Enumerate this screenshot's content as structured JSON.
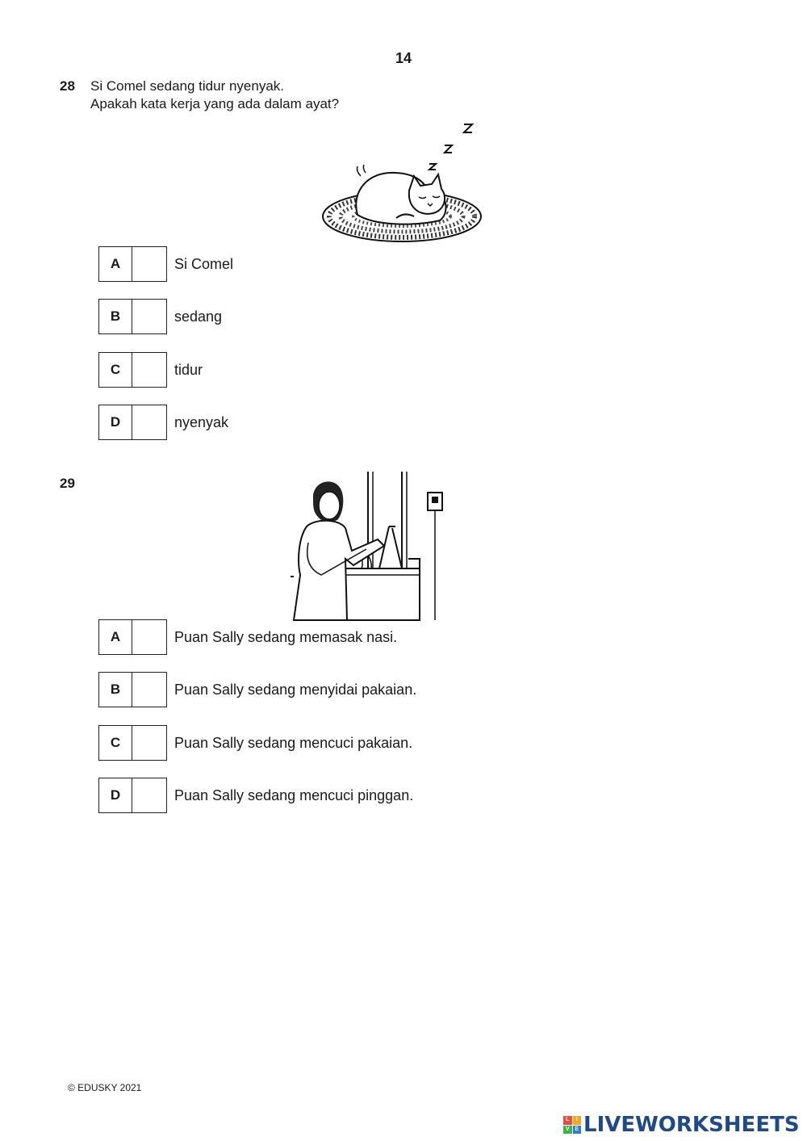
{
  "page": {
    "number": "14"
  },
  "questions": [
    {
      "number": "28",
      "lines": [
        "Si Comel sedang tidur nyenyak.",
        "Apakah kata kerja yang ada dalam ayat?"
      ],
      "illustration_icon": "sleeping-cat-icon",
      "options": [
        {
          "letter": "A",
          "text": "Si Comel"
        },
        {
          "letter": "B",
          "text": "sedang"
        },
        {
          "letter": "C",
          "text": "tidur"
        },
        {
          "letter": "D",
          "text": "nyenyak"
        }
      ]
    },
    {
      "number": "29",
      "illustration_icon": "woman-washing-machine-icon",
      "options": [
        {
          "letter": "A",
          "text": "Puan Sally sedang memasak nasi."
        },
        {
          "letter": "B",
          "text": "Puan Sally sedang menyidai pakaian."
        },
        {
          "letter": "C",
          "text": "Puan Sally sedang mencuci pakaian."
        },
        {
          "letter": "D",
          "text": "Puan Sally sedang mencuci pinggan."
        }
      ]
    }
  ],
  "footer": {
    "copyright": "© EDUSKY 2021"
  },
  "brand": {
    "name": "LIVEWORKSHEETS",
    "logo_letters": [
      "L",
      "I",
      "V",
      "E"
    ],
    "color": "#1e4a8a"
  }
}
